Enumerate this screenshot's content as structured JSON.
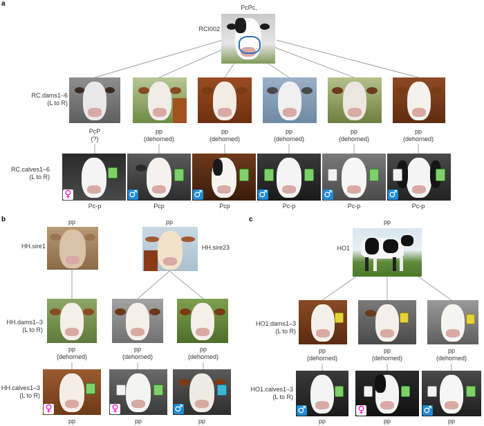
{
  "panels": {
    "a": "a",
    "b": "b",
    "c": "c"
  },
  "a": {
    "sire_genotype": "PcPc,",
    "sire_name": "RCI002",
    "dams_label_1": "RC.dams1–6",
    "dams_label_2": "(L to R)",
    "calves_label_1": "RC.calves1–6",
    "calves_label_2": "(L to R)",
    "dam_genotypes": [
      {
        "g": "PcP",
        "note": "(?)"
      },
      {
        "g": "pp",
        "note": "(dehorned)"
      },
      {
        "g": "pp",
        "note": "(dehorned)"
      },
      {
        "g": "pp",
        "note": "(dehorned)"
      },
      {
        "g": "pp",
        "note": "(dehorned)"
      },
      {
        "g": "pp",
        "note": "(dehorned)"
      }
    ],
    "calf_sexes": [
      "♀",
      "♂",
      "♂",
      "♂",
      "♂",
      "♂"
    ],
    "calf_genotypes": [
      "Pc-p",
      "Pcp",
      "Pcp",
      "Pc-p",
      "Pc-p",
      "Pc-p"
    ]
  },
  "b": {
    "sire1_genotype": "pp",
    "sire1_name": "HH.sire1",
    "sire23_genotype": "pp",
    "sire23_name": "HH.sire23",
    "dams_label_1": "HH.dams1–3",
    "dams_label_2": "(L to R)",
    "calves_label_1": "HH.calves1–3",
    "calves_label_2": "(L to R)",
    "dam_genotypes": [
      {
        "g": "pp",
        "note": "(dehorned)"
      },
      {
        "g": "pp",
        "note": "(dehorned)"
      },
      {
        "g": "pp",
        "note": "(dehorned)"
      }
    ],
    "calf_sexes": [
      "♀",
      "♀",
      "♂"
    ],
    "calf_genotypes": [
      "pp",
      "pp",
      "pp"
    ]
  },
  "c": {
    "sire_genotype": "pp",
    "sire_name": "HO1",
    "dams_label_1": "HO1.dams1–3",
    "dams_label_2": "(L to R)",
    "calves_label_1": "HO1.calves1–3",
    "calves_label_2": "(L to R)",
    "dam_genotypes": [
      {
        "g": "pp",
        "note": "(dehorned)"
      },
      {
        "g": "pp",
        "note": "(dehorned)"
      },
      {
        "g": "pp",
        "note": "(dehorned)"
      }
    ],
    "calf_sexes": [
      "♂",
      "♀",
      "♂"
    ],
    "calf_genotypes": [
      "pp",
      "pp",
      "pp"
    ]
  },
  "colors": {
    "female": "#ff00cc",
    "male_bg": "#1e8bd6",
    "line": "#9a9a9a"
  }
}
